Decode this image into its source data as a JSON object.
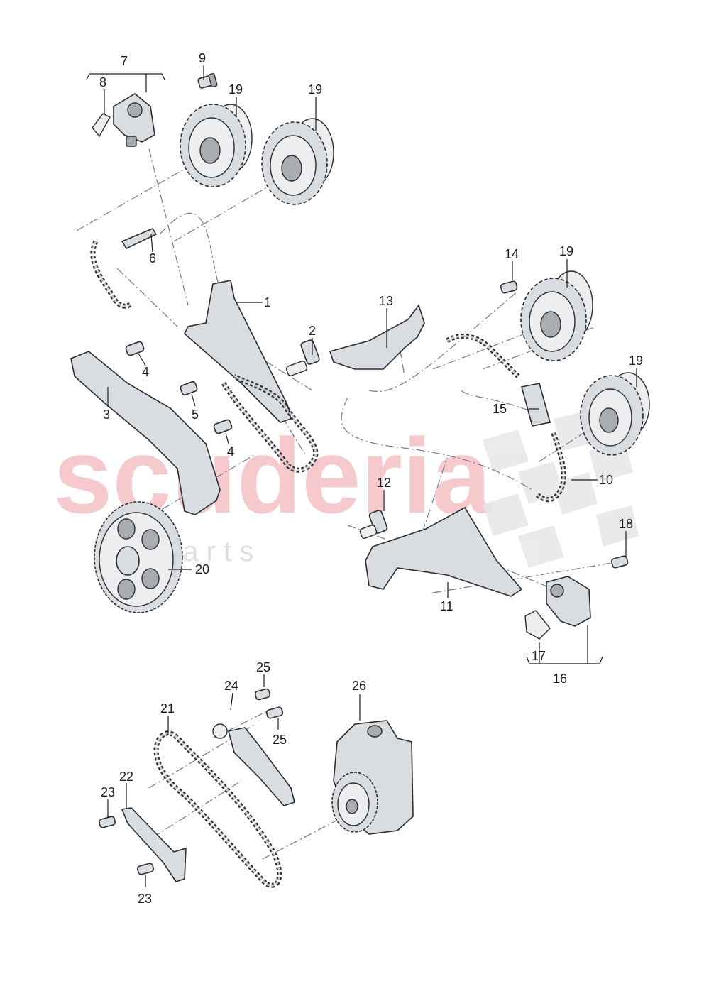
{
  "watermark": {
    "brand": "scuderia",
    "sub": "c     a     r     p     a     r     t     s"
  },
  "callouts": {
    "c1": "1",
    "c2": "2",
    "c3": "3",
    "c4a": "4",
    "c4b": "4",
    "c5": "5",
    "c6": "6",
    "c7": "7",
    "c8": "8",
    "c9": "9",
    "c10": "10",
    "c11": "11",
    "c12": "12",
    "c13": "13",
    "c14": "14",
    "c15": "15",
    "c16": "16",
    "c17": "17",
    "c18": "18",
    "c19a": "19",
    "c19b": "19",
    "c19c": "19",
    "c19d": "19",
    "c20": "20",
    "c21": "21",
    "c22": "22",
    "c23a": "23",
    "c23b": "23",
    "c24": "24",
    "c25a": "25",
    "c25b": "25",
    "c26": "26"
  },
  "colors": {
    "part_fill": "#d9dce0",
    "outline": "#2b2b2b",
    "centerline": "#6a7b8c",
    "watermark": "#f3b9bd"
  }
}
